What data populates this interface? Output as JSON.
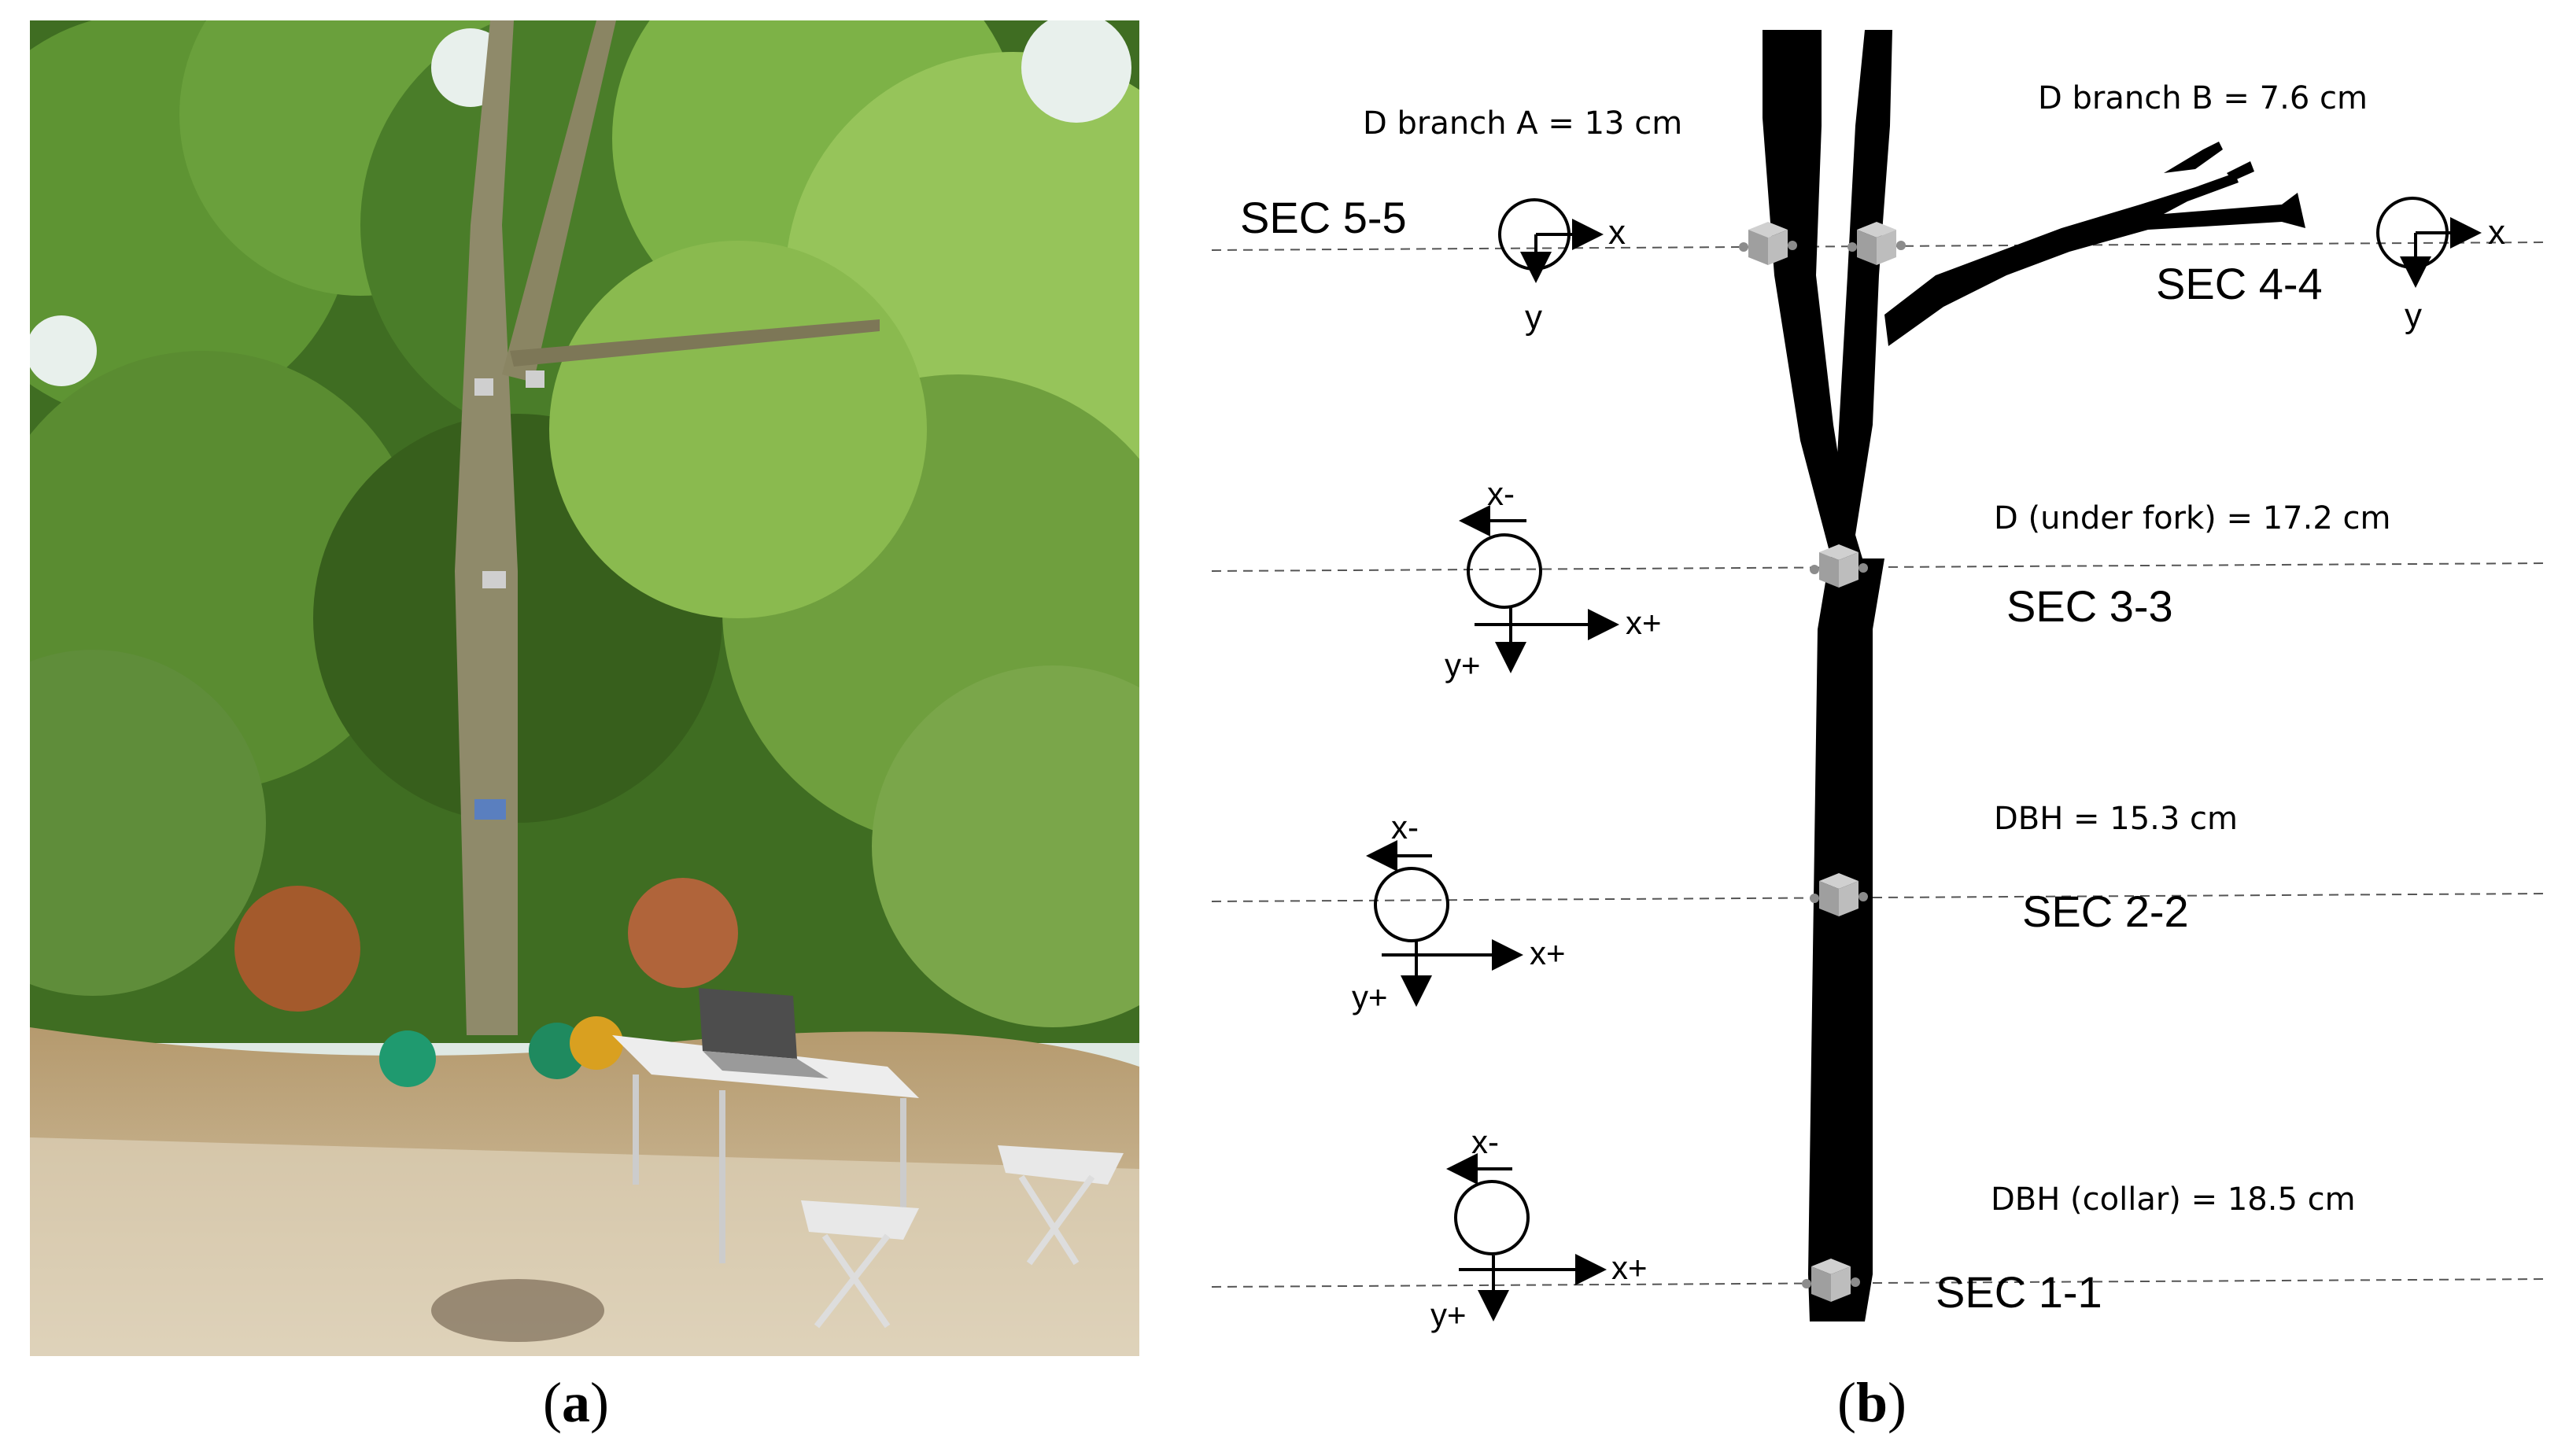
{
  "panel_a": {
    "caption_label": "a",
    "image_desc_icon": "tree-photo-icon"
  },
  "panel_b": {
    "caption_label": "b",
    "measurements": {
      "branch_a": "D branch A = 13 cm",
      "branch_b": "D branch B = 7.6 cm",
      "under_fork": "D (under fork) = 17.2 cm",
      "dbh": "DBH = 15.3 cm",
      "collar": "DBH (collar) = 18.5 cm"
    },
    "sections": {
      "s55": "SEC 5-5",
      "s44": "SEC 4-4",
      "s33": "SEC 3-3",
      "s22": "SEC 2-2",
      "s11": "SEC 1-1"
    },
    "axes": {
      "x": "x",
      "y": "y",
      "x_minus": "x-",
      "x_plus": "x+",
      "y_plus": "y+"
    }
  },
  "colors": {
    "trunk": "#000000",
    "sensor": "#b5b5b5",
    "foliage": "#4f8a2b",
    "sky": "#e9f1ee"
  }
}
